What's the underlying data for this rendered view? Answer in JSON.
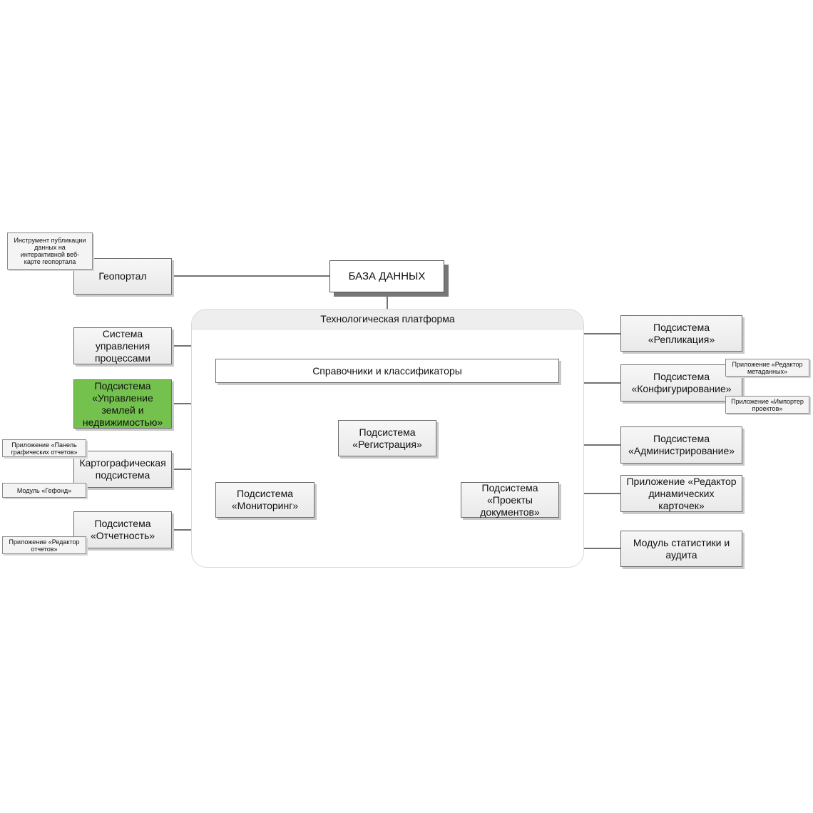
{
  "database": "БАЗА ДАННЫХ",
  "platform": {
    "title": "Технологическая платформа",
    "directories": "Справочники и классификаторы",
    "registration": "Подсистема\n«Регистрация»",
    "monitoring": "Подсистема\n«Мониторинг»",
    "projects": "Подсистема\n«Проекты\nдокументов»"
  },
  "left": {
    "geoportal": "Геопортал",
    "geoportal_note": "Инструмент публикации\nданных на\nинтерактивной веб-\nкарте геопортала",
    "process": "Система\nуправления\nпроцессами",
    "land": "Подсистема\n«Управление\nземлей и\nнедвижимостью»",
    "cartographic": "Картографическая\nподсистема",
    "cart_note_panel": "Приложение «Панель\nграфических отчетов»",
    "cart_note_fund": "Модуль «Гефонд»",
    "reporting": "Подсистема\n«Отчетность»",
    "report_note": "Приложение «Редактор\nотчетов»"
  },
  "right": {
    "replication": "Подсистема\n«Репликация»",
    "configuring": "Подсистема\n«Конфигурирование»",
    "config_note_meta": "Приложение «Редактор\nметаданных»",
    "config_note_import": "Приложение «Импортер\nпроектов»",
    "administration": "Подсистема\n«Администрирование»",
    "card_editor": "Приложение «Редактор\nдинамических\nкарточек»",
    "stats": "Модуль статистики и\nаудита"
  },
  "colors": {
    "highlight": "#74c14e",
    "box_fill": "#ececec",
    "line": "#444444"
  }
}
